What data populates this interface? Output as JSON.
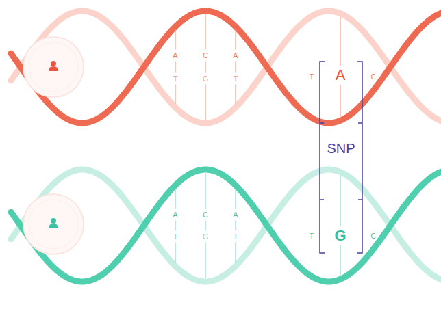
{
  "diagram": {
    "labels": [
      "A",
      "C",
      "A",
      "T",
      "G",
      "T",
      "T",
      "A",
      "C",
      "SNP",
      "A",
      "C",
      "A",
      "T",
      "G",
      "T",
      "T",
      "G",
      "C"
    ]
  }
}
